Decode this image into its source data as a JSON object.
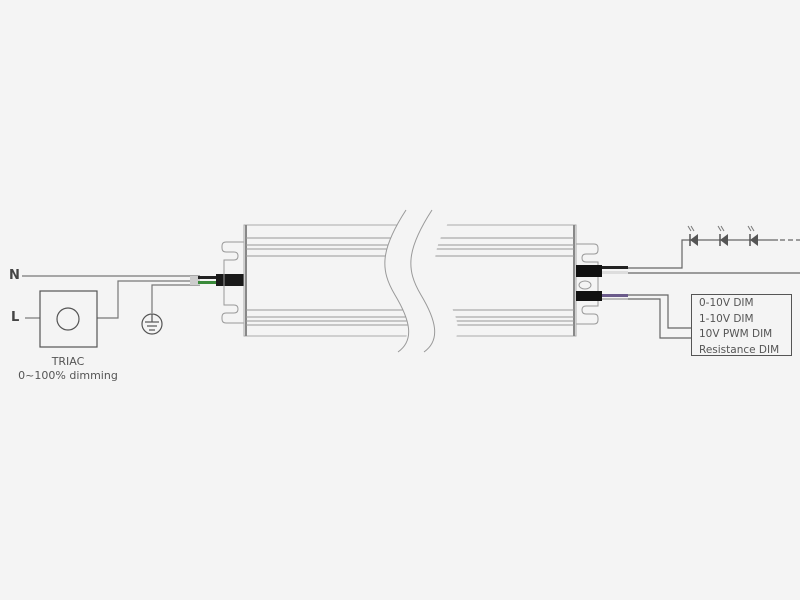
{
  "input": {
    "n_label": "N",
    "l_label": "L"
  },
  "triac": {
    "title": "TRIAC",
    "subtitle": "0~100% dimming"
  },
  "ground": {
    "icon": "ground-icon"
  },
  "driver": {
    "icon": "led-driver"
  },
  "output": {
    "led_icon": "led-diode-icon",
    "led_count": 3
  },
  "dimming_box": {
    "options": [
      "0-10V DIM",
      "1-10V DIM",
      "10V PWM DIM",
      "Resistance DIM"
    ]
  },
  "colors": {
    "line": "#666666",
    "cable": "#1a1a1a",
    "earth": "#3a8a3a",
    "background": "#f4f4f4"
  }
}
